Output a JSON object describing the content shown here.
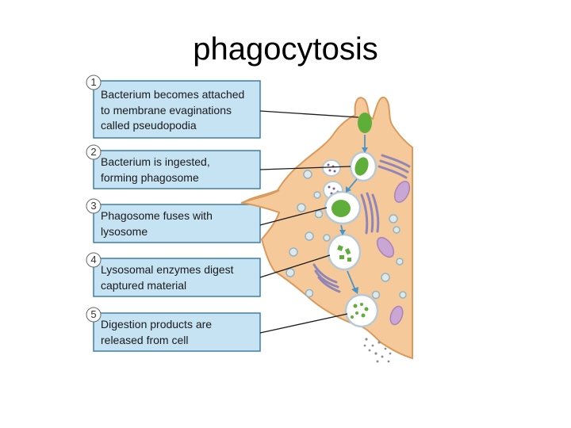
{
  "title": "phagocytosis",
  "steps": [
    {
      "number": "1",
      "lines": [
        "Bacterium becomes attached",
        "to membrane evaginations",
        "called pseudopodia"
      ]
    },
    {
      "number": "2",
      "lines": [
        "Bacterium is ingested,",
        "forming phagosome"
      ]
    },
    {
      "number": "3",
      "lines": [
        "Phagosome fuses with",
        "lysosome"
      ]
    },
    {
      "number": "4",
      "lines": [
        "Lysosomal enzymes digest",
        "captured material"
      ]
    },
    {
      "number": "5",
      "lines": [
        "Digestion products are",
        "released from cell"
      ]
    }
  ],
  "colors": {
    "box_fill": "#c6e3f3",
    "box_border": "#3f7fa6",
    "cell_fill": "#f6c99b",
    "cell_edge": "#d99a5c",
    "bacterium": "#5fae3a",
    "arrow": "#4a95c8",
    "organelle": "#8f86b8",
    "mito": "#a883b8"
  }
}
